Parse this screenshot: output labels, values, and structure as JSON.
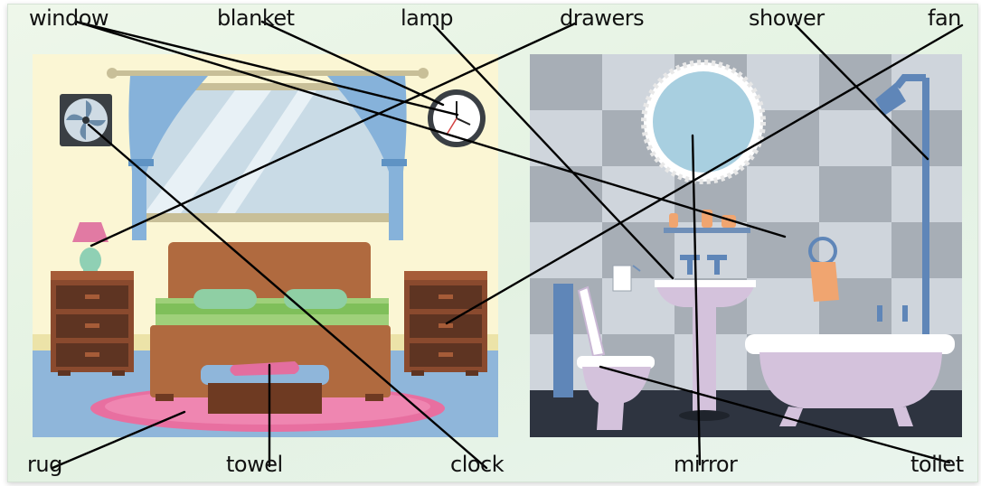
{
  "labels": {
    "top": [
      "window",
      "blanket",
      "lamp",
      "drawers",
      "shower",
      "fan"
    ],
    "bottom": [
      "rug",
      "towel",
      "clock",
      "mirror",
      "toilet"
    ]
  }
}
